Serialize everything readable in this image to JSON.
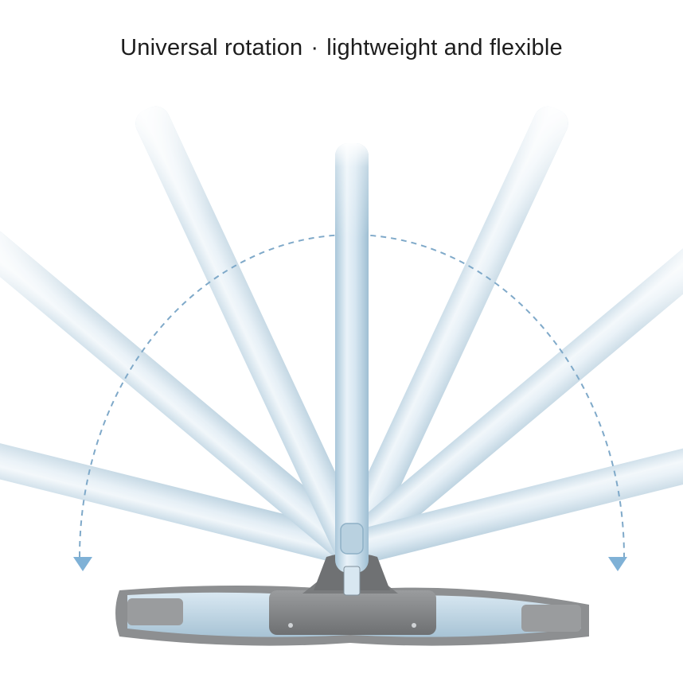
{
  "headline": {
    "part1": "Universal rotation",
    "separator": "·",
    "part2": "lightweight and flexible"
  },
  "image": {
    "subject": "mop-rotating-handle",
    "handle_color": "#cfe2ee",
    "head_color": "#8a8c8e",
    "arc_color": "#7fa9c9",
    "arrow_color": "#7fb1d6"
  }
}
